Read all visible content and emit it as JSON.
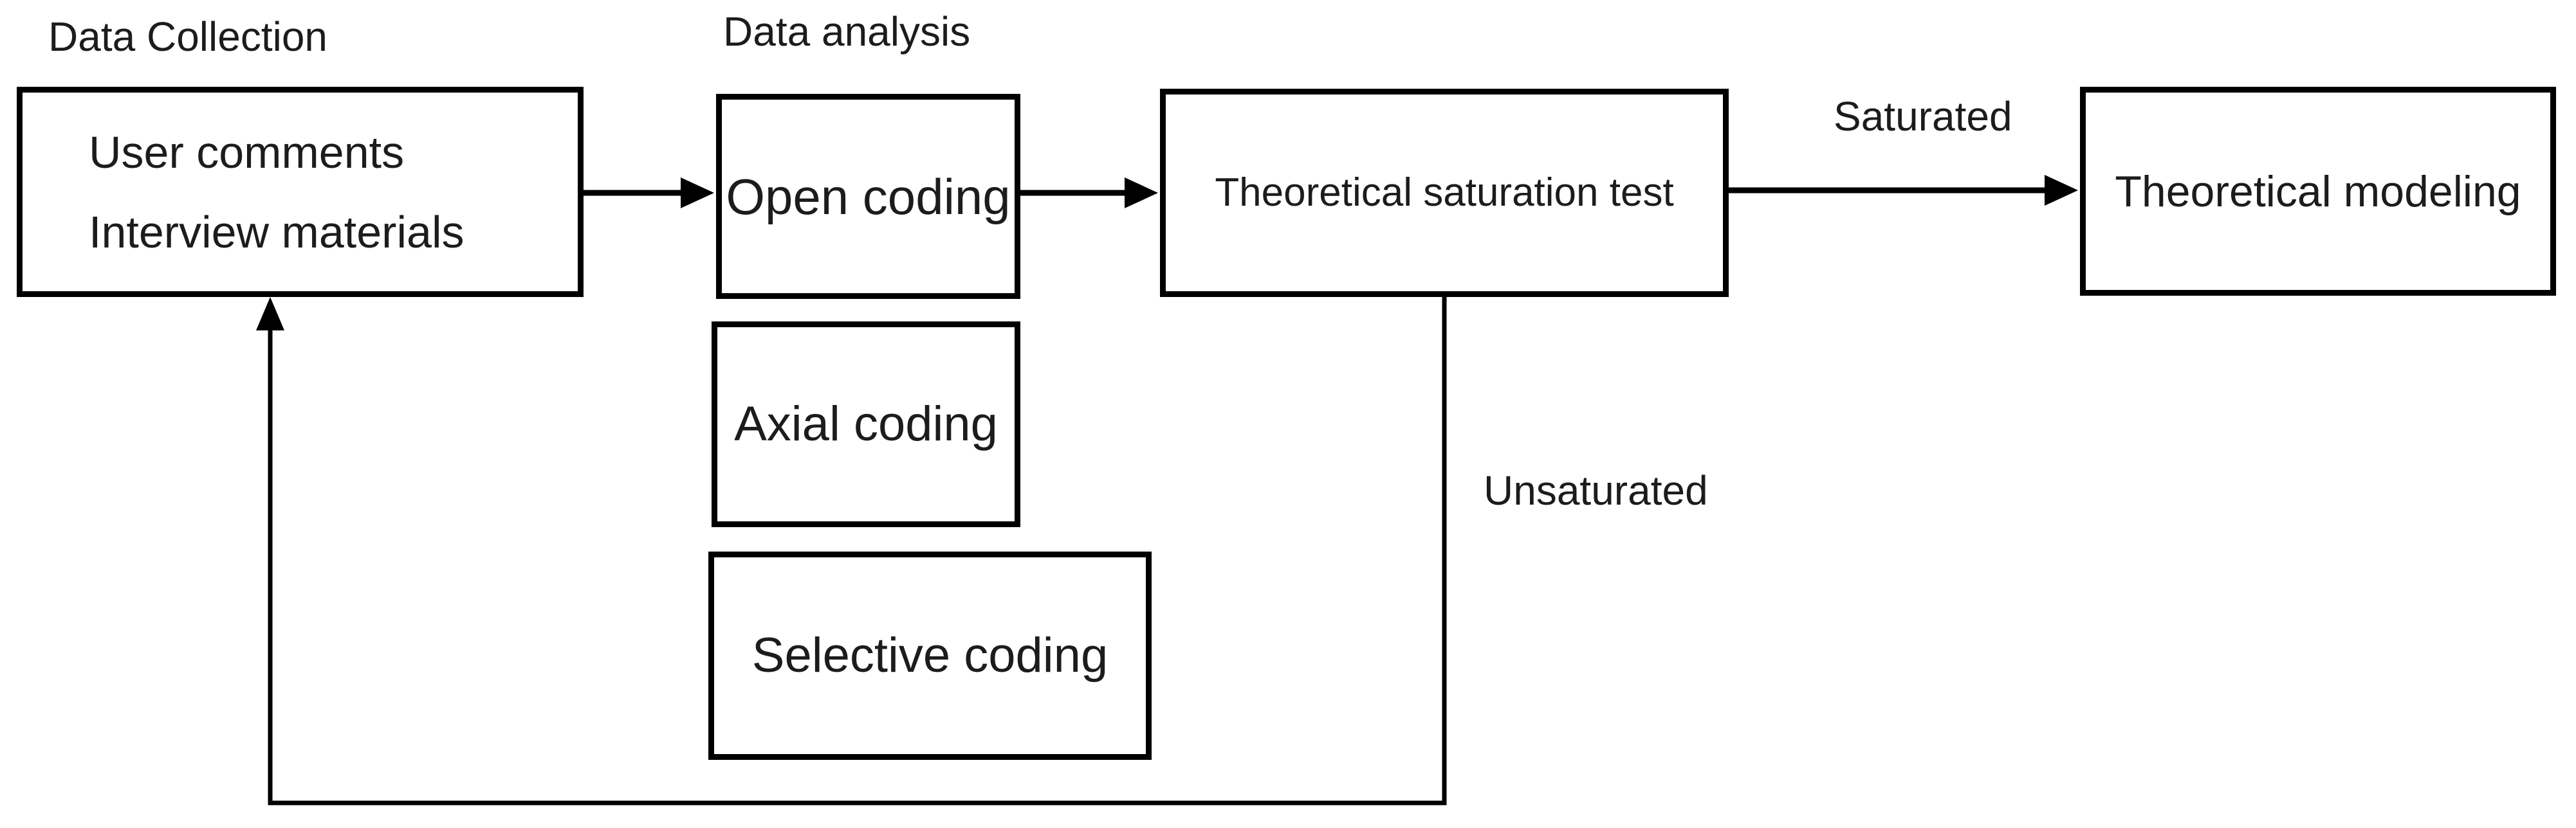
{
  "diagram": {
    "stage_labels": {
      "data_collection": "Data Collection",
      "data_analysis": "Data analysis"
    },
    "nodes": {
      "data_collection_box": {
        "lines": [
          "User comments",
          "Interview materials"
        ]
      },
      "open_coding": "Open coding",
      "axial_coding": "Axial coding",
      "selective_coding": "Selective coding",
      "saturation_test": "Theoretical saturation test",
      "theoretical_modeling": "Theoretical modeling"
    },
    "edge_labels": {
      "saturated": "Saturated",
      "unsaturated": "Unsaturated"
    },
    "colors": {
      "line": "#000000",
      "background": "#ffffff",
      "text": "#1c1c1c"
    }
  }
}
